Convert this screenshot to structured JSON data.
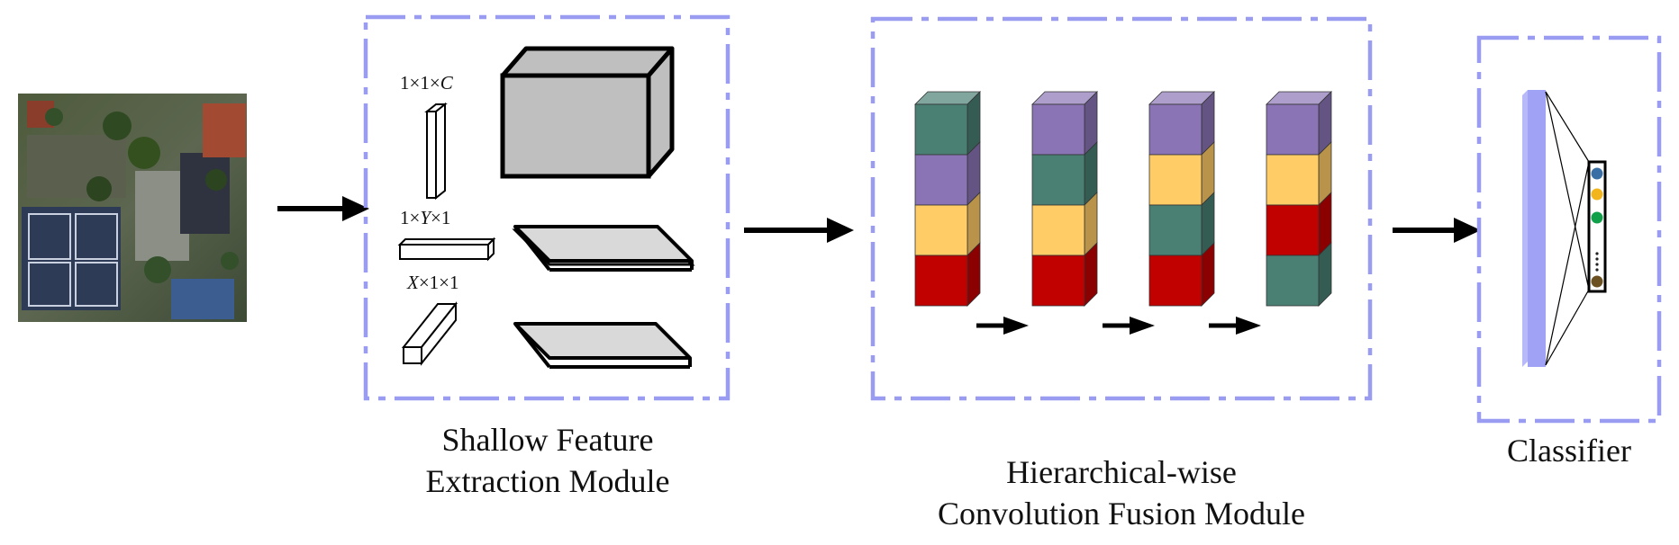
{
  "modules": {
    "shallow": {
      "line1": "Shallow Feature",
      "line2": "Extraction Module"
    },
    "fusion": {
      "line1": "Hierarchical-wise",
      "line2": "Convolution Fusion Module"
    },
    "classifier": {
      "label": "Classifier"
    }
  },
  "dims": {
    "channel": {
      "prefix": "1×1×",
      "var": "C",
      "suffix": ""
    },
    "height": {
      "prefix": "1×",
      "var": "Y",
      "suffix": "×1"
    },
    "width": {
      "prefix": "",
      "var": "X",
      "suffix": "×1×1"
    }
  },
  "colors": {
    "border": "#9a9cf2",
    "teal": "#4a8073",
    "purple": "#8a74b6",
    "yellow": "#ffcc66",
    "red": "#c10000",
    "gray_block": "#bfbfbf",
    "gray_slab": "#d9d9d9",
    "fc_bar": "#a0a2f5"
  },
  "fusion_stacks": [
    [
      "teal",
      "purple",
      "yellow",
      "red"
    ],
    [
      "purple",
      "teal",
      "yellow",
      "red"
    ],
    [
      "purple",
      "yellow",
      "teal",
      "red"
    ],
    [
      "purple",
      "yellow",
      "red",
      "teal"
    ]
  ],
  "classifier_dots": [
    "#3a6fa6",
    "#f2b51c",
    "#11a04a",
    "#6b5021"
  ]
}
